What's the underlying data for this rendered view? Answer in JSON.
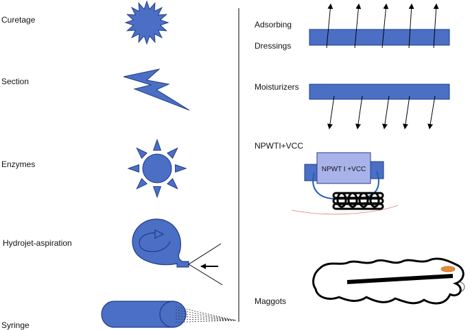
{
  "left_panel": {
    "items": [
      {
        "label": "Curetage",
        "icon": "starburst-icon"
      },
      {
        "label": "Section",
        "icon": "lightning-icon"
      },
      {
        "label": "Enzymes",
        "icon": "sun-icon"
      },
      {
        "label": "Hydrojet-aspiration",
        "icon": "hydrojet-device-icon"
      },
      {
        "label": "Syringe",
        "icon": "syringe-icon"
      }
    ]
  },
  "right_panel": {
    "adsorbing_label": "Adsorbing",
    "dressings_label": "Dressings",
    "moisturizers_label": "Moisturizers",
    "npwti_label": "NPWTI+VCC",
    "npwt_box_label": "NPWT I +VCC",
    "maggots_label": "Maggots"
  },
  "colors": {
    "fill_blue": "#4a6fc4",
    "stroke_blue": "#1f3c88",
    "light_blue": "#a9b3ea",
    "tube_blue": "#1f5fb0",
    "maggot_spot": "#e88a3c",
    "wound_red": "#e88070",
    "line": "#000000"
  }
}
